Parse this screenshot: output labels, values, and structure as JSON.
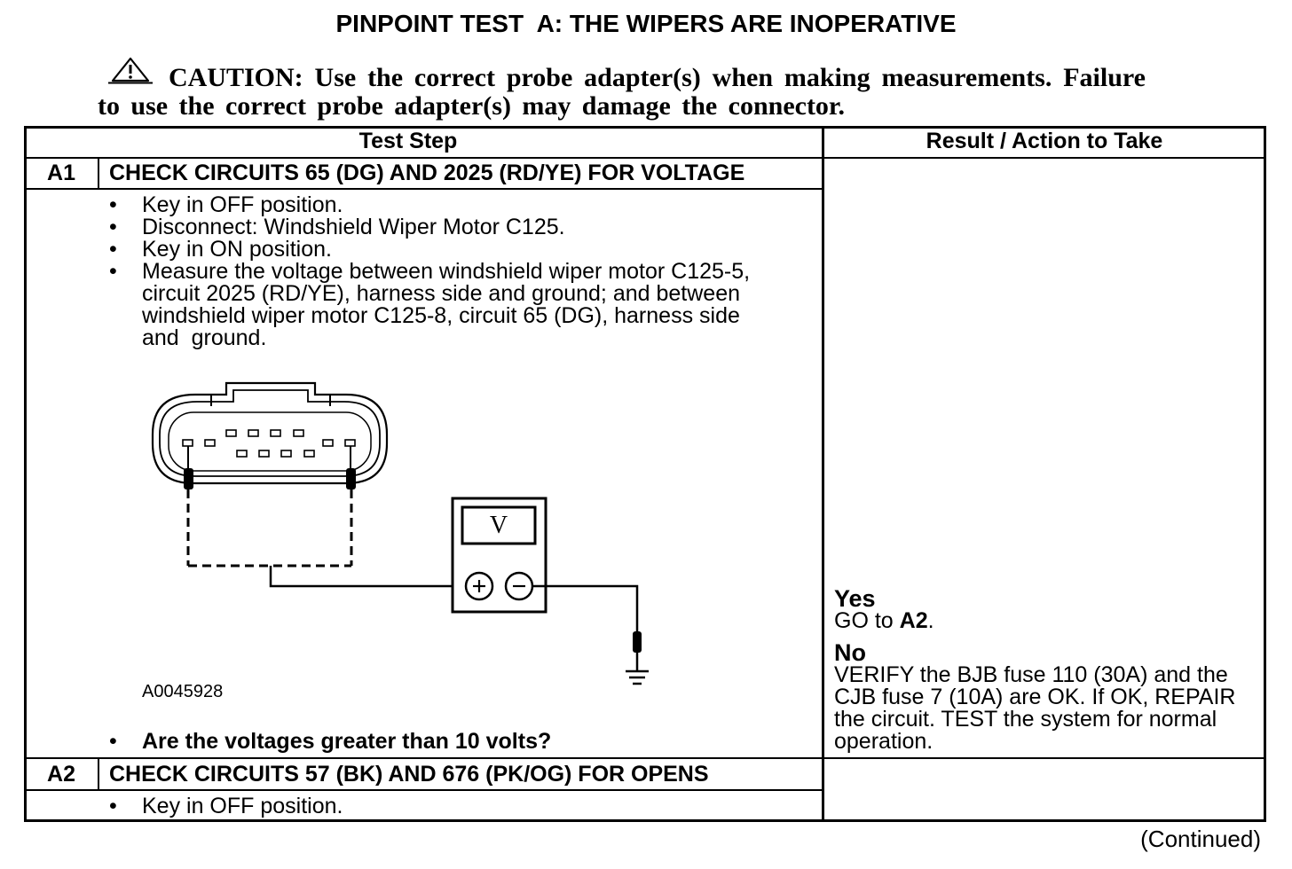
{
  "icons": {
    "caution": "warning-triangle-icon",
    "ground": "ground-symbol-icon"
  },
  "page": {
    "title": "PINPOINT TEST  A: THE WIPERS ARE INOPERATIVE"
  },
  "caution": {
    "lines": [
      "CAUTION: Use the correct probe adapter(s) when making measurements. Failure",
      "to use the correct probe adapter(s) may damage the connector."
    ]
  },
  "table": {
    "headers": {
      "test_step": "Test Step",
      "result_action": "Result / Action to Take"
    },
    "steps": [
      {
        "id": "A1",
        "title": "CHECK CIRCUITS 65 (DG) AND 2025 (RD/YE) FOR VOLTAGE",
        "actions": [
          "Key in OFF position.",
          "Disconnect: Windshield Wiper Motor C125.",
          "Key in ON position.",
          "Measure the voltage between windshield wiper motor C125-5, circuit 2025 (RD/YE), harness side and ground; and between windshield wiper motor C125-8, circuit 65 (DG), harness side and  ground."
        ],
        "figure": {
          "id": "A0045928",
          "meter_display": "V"
        },
        "question": "Are the voltages greater than 10 volts?",
        "results": {
          "yes": {
            "label": "Yes",
            "prefix": "GO to ",
            "target": "A2",
            "suffix": "."
          },
          "no": {
            "label": "No",
            "text": "VERIFY the BJB fuse 110 (30A) and the CJB fuse 7 (10A) are OK. If OK, REPAIR the circuit. TEST the system for normal operation."
          }
        }
      },
      {
        "id": "A2",
        "title": "CHECK CIRCUITS 57 (BK) AND 676 (PK/OG) FOR OPENS",
        "actions": [
          "Key in OFF position."
        ]
      }
    ]
  },
  "footer": {
    "continued": "(Continued)"
  }
}
